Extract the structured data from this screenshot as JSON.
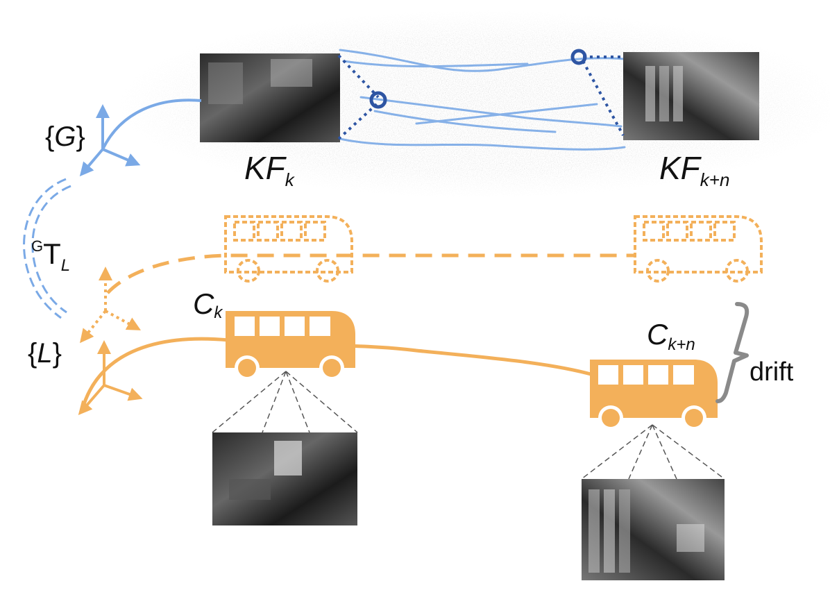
{
  "colors": {
    "blue_light": "#7aa9e6",
    "blue_dark": "#2e55a3",
    "orange": "#f3b05a",
    "gray": "#8a8a8a",
    "map_cloud": "#c4c4c4",
    "text": "#111111"
  },
  "labels": {
    "global_frame": {
      "open": "{",
      "var": "G",
      "close": "}"
    },
    "local_frame": {
      "open": "{",
      "var": "L",
      "close": "}"
    },
    "transform": {
      "sup": "G",
      "main": "T",
      "sub": "L"
    },
    "keyframe_k": {
      "main": "KF",
      "sub": "k"
    },
    "keyframe_kn": {
      "main": "KF",
      "sub": "k+n"
    },
    "camera_k": {
      "main": "C",
      "sub": "k"
    },
    "camera_kn": {
      "main": "C",
      "sub": "k+n"
    },
    "drift": "drift"
  },
  "icons": {
    "global_axes": "coordinate-axes-icon",
    "local_axes": "coordinate-axes-icon",
    "bus_estimated": "bus-icon",
    "bus_true": "bus-icon",
    "camera_image": "grayscale-photo",
    "landmark": "circle-marker-icon"
  }
}
